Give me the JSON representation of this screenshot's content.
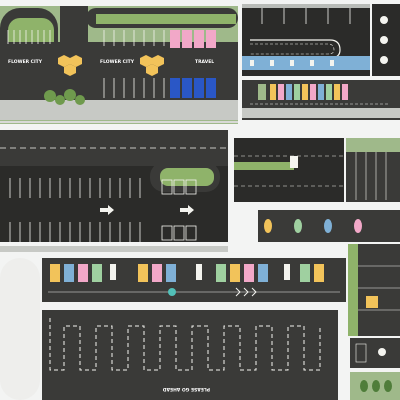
{
  "image": {
    "kind": "parking lot road texture sheet"
  },
  "texts": {
    "flower_city_a": "FLOWER CITY",
    "flower_city_b": "FLOWER CITY",
    "travel": "TRAVEL",
    "please_go_ahead": "PLEASE GO AHEAD"
  },
  "colors": {
    "asphalt": "#3a3a38",
    "asphalt_dark": "#2b2b29",
    "grass": "#8fb36a",
    "sidewalk": "#b9bcb8",
    "pink": "#f2a8c8",
    "blue": "#2a57c6",
    "yellow": "#f2c35a",
    "marking": "#f4f4ef"
  }
}
